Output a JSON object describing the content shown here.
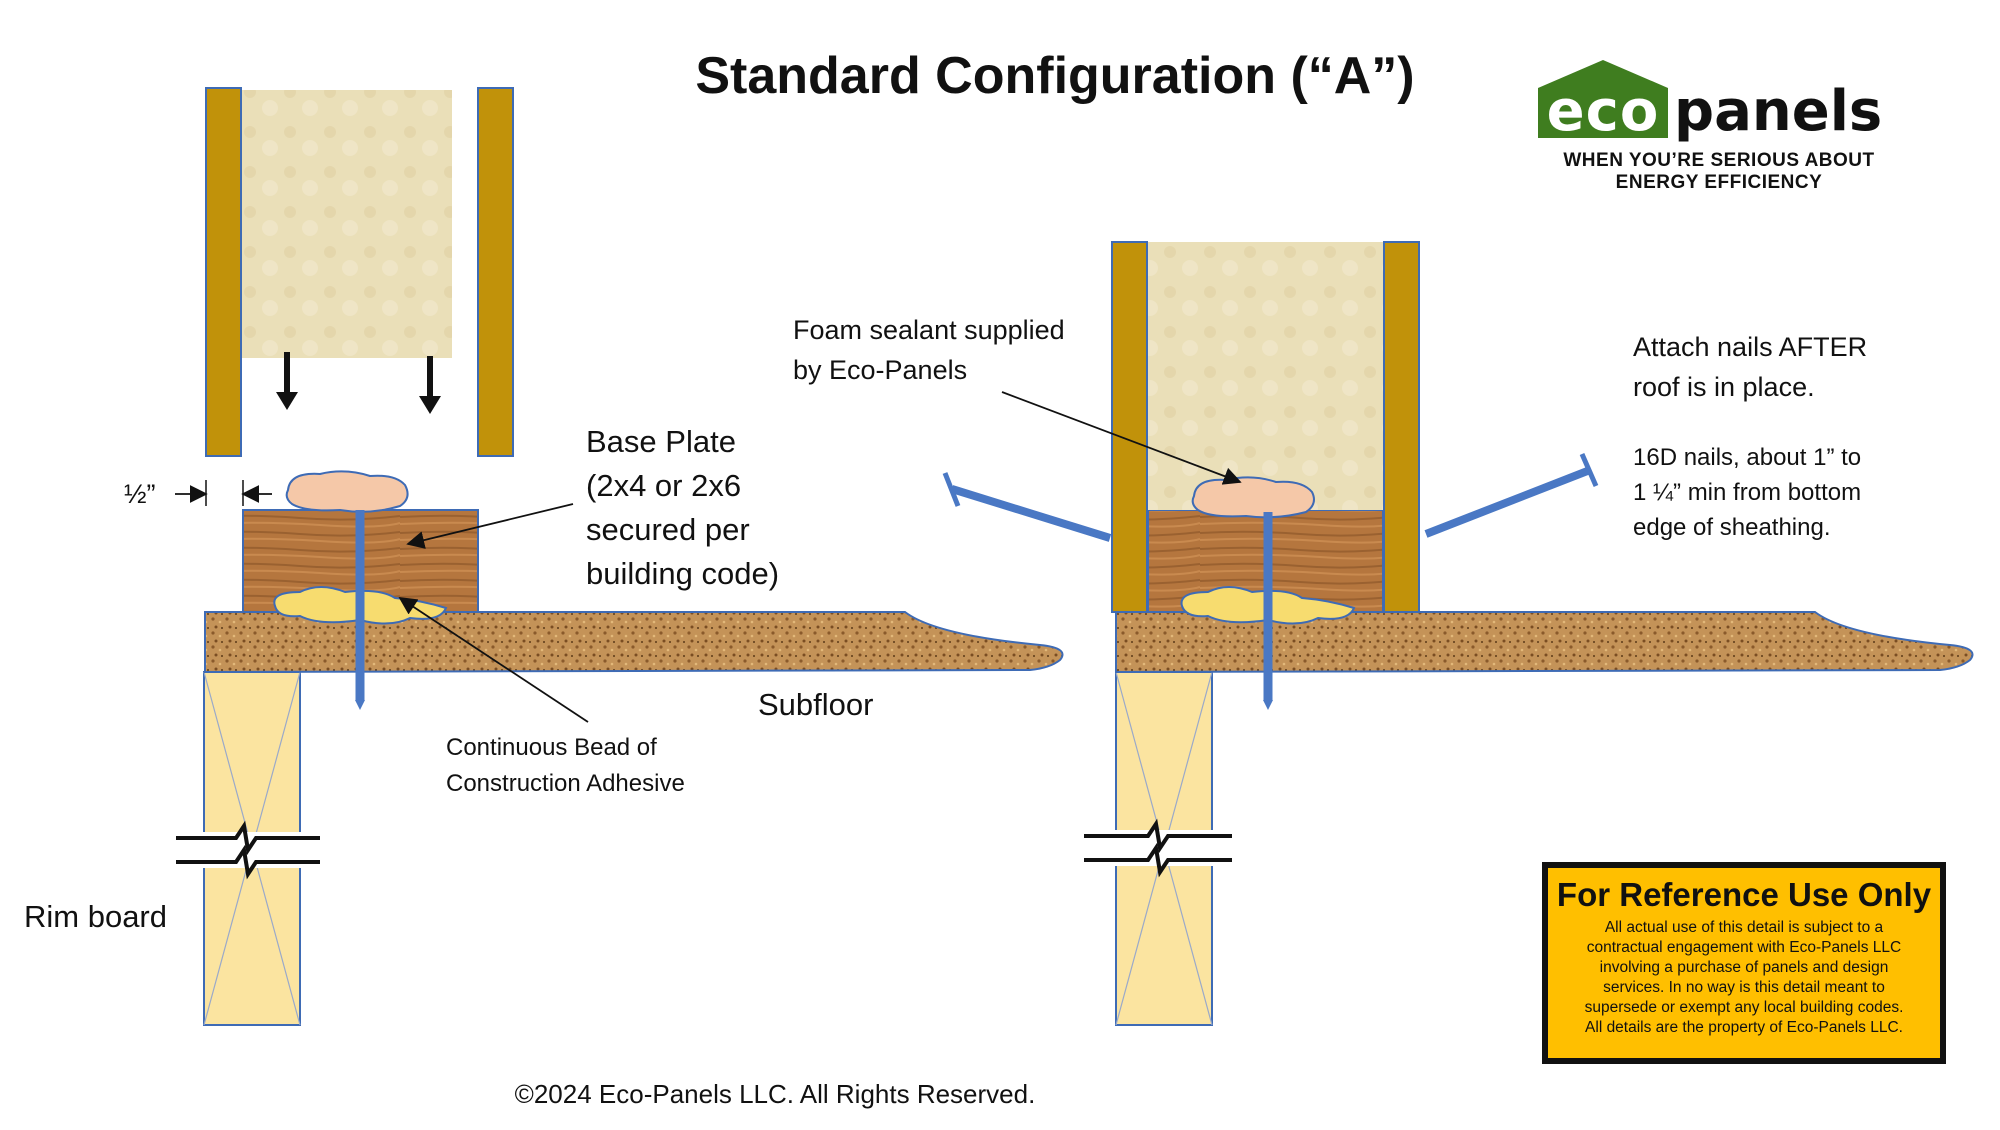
{
  "title": "Standard Configuration (“A”)",
  "logo": {
    "eco": "eco",
    "panels": "panels",
    "tagline": "WHEN YOU’RE SERIOUS\nABOUT ENERGY EFFICIENCY"
  },
  "labels": {
    "half_inch": "½”",
    "base_plate": "Base Plate\n(2x4 or 2x6\nsecured per\nbuilding code)",
    "foam_sealant": "Foam sealant supplied\nby Eco-Panels",
    "attach_nails": "Attach nails AFTER\nroof is in place.",
    "nails_spec": "16D nails, about 1” to\n1 ¼” min from bottom\nedge of sheathing.",
    "subfloor": "Subfloor",
    "adhesive": "Continuous Bead of\nConstruction Adhesive",
    "rim_board": "Rim board"
  },
  "reference": {
    "heading": "For Reference Use Only",
    "body": "All actual use of this detail is subject to a\ncontractual engagement with Eco-Panels LLC\ninvolving a purchase of panels and design\nservices.  In no way is this detail meant to\nsupersede or exempt any local building codes.\nAll details are the property of Eco-Panels LLC."
  },
  "copyright": "©2024 Eco-Panels LLC. All Rights Reserved.",
  "colors": {
    "sheathing": "#c1920a",
    "foam_core": "#eadfb8",
    "base_plate": "#b5763e",
    "subfloor": "#c49358",
    "rim_board": "#fbe4a0",
    "outline": "#3e6bb5",
    "nail": "#4a78c4",
    "foam_sealant": "#f5c8a8",
    "adhesive": "#f7dc6f",
    "reference_bg": "#ffbf00",
    "logo_green": "#3f7d1f"
  },
  "icons": [
    "down-arrow-icon",
    "dimension-arrow-icon",
    "break-line-icon",
    "nail-icon"
  ]
}
